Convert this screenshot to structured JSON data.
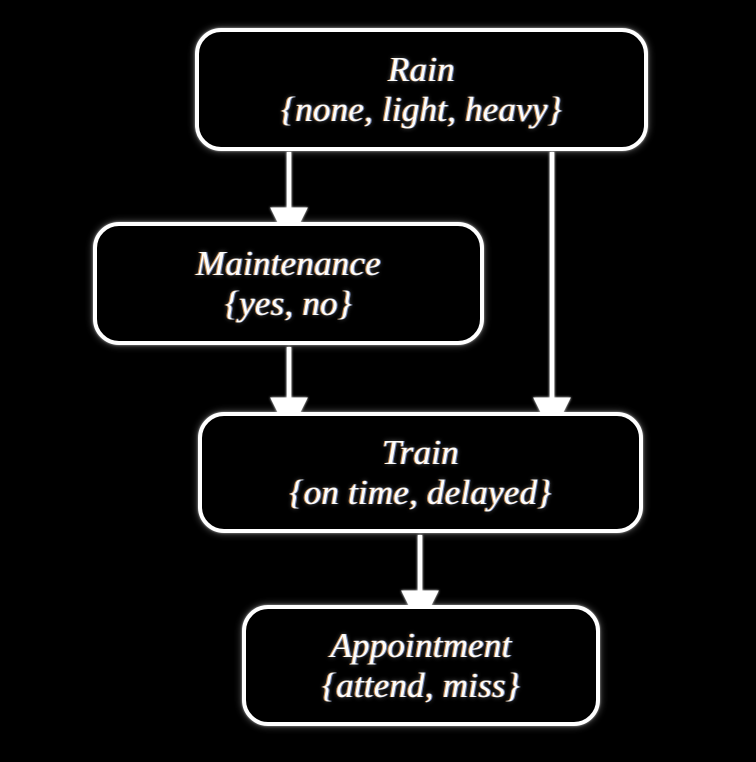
{
  "diagram": {
    "type": "bayesian-network",
    "title": "",
    "background_color": "#000000",
    "node_border_color": "#ffffff",
    "node_fill_color": "#000000",
    "text_color": "#fdfdfb",
    "edge_color": "#ffffff",
    "nodes": [
      {
        "id": "rain",
        "label": "Rain",
        "values": "{none, light, heavy}",
        "states": [
          "none",
          "light",
          "heavy"
        ]
      },
      {
        "id": "maintenance",
        "label": "Maintenance",
        "values": "{yes, no}",
        "states": [
          "yes",
          "no"
        ]
      },
      {
        "id": "train",
        "label": "Train",
        "values": "{on time, delayed}",
        "states": [
          "on time",
          "delayed"
        ]
      },
      {
        "id": "appointment",
        "label": "Appointment",
        "values": "{attend, miss}",
        "states": [
          "attend",
          "miss"
        ]
      }
    ],
    "edges": [
      {
        "id": "rain-to-maintenance",
        "from": "rain",
        "to": "maintenance",
        "label": ""
      },
      {
        "id": "rain-to-train",
        "from": "rain",
        "to": "train",
        "label": ""
      },
      {
        "id": "maintenance-to-train",
        "from": "maintenance",
        "to": "train",
        "label": ""
      },
      {
        "id": "train-to-appointment",
        "from": "train",
        "to": "appointment",
        "label": ""
      }
    ]
  }
}
